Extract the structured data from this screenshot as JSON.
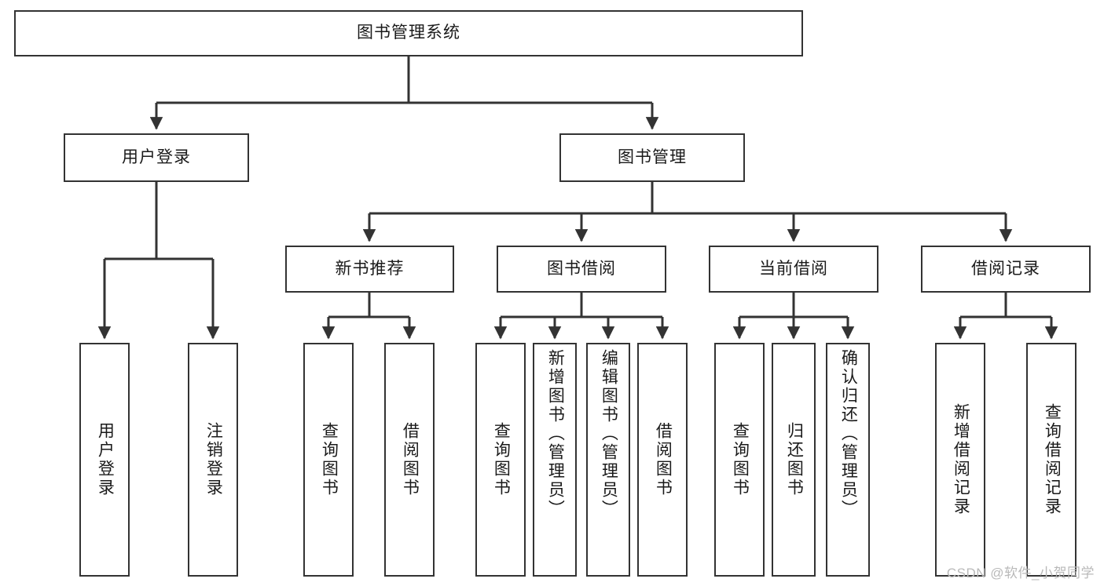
{
  "diagram": {
    "title": "图书管理系统",
    "type": "hierarchy-tree",
    "watermark": "CSDN @软件_小贺同学",
    "colors": {
      "background": "#ffffff",
      "box_border": "#333333",
      "box_fill": "#ffffff",
      "connector": "#333333",
      "text": "#1a1a1a",
      "watermark": "#b9b9b9"
    },
    "nodes": {
      "root": {
        "label": "图书管理系统",
        "level": 0,
        "orientation": "horizontal"
      },
      "user_login": {
        "label": "用户登录",
        "level": 1,
        "orientation": "horizontal"
      },
      "book_manage": {
        "label": "图书管理",
        "level": 1,
        "orientation": "horizontal"
      },
      "new_book_recommend": {
        "label": "新书推荐",
        "level": 2,
        "orientation": "horizontal"
      },
      "book_borrow": {
        "label": "图书借阅",
        "level": 2,
        "orientation": "horizontal"
      },
      "current_borrow": {
        "label": "当前借阅",
        "level": 2,
        "orientation": "horizontal"
      },
      "borrow_record": {
        "label": "借阅记录",
        "level": 2,
        "orientation": "horizontal"
      },
      "leaf_user_login": {
        "label": "用户登录",
        "level": 3,
        "orientation": "vertical"
      },
      "leaf_logout": {
        "label": "注销登录",
        "level": 3,
        "orientation": "vertical"
      },
      "leaf_query_book_a": {
        "label": "查询图书",
        "level": 3,
        "orientation": "vertical"
      },
      "leaf_borrow_book_a": {
        "label": "借阅图书",
        "level": 3,
        "orientation": "vertical"
      },
      "leaf_query_book_b": {
        "label": "查询图书",
        "level": 3,
        "orientation": "vertical"
      },
      "leaf_add_book": {
        "label": "新增图书（管理员）",
        "level": 3,
        "orientation": "vertical"
      },
      "leaf_edit_book": {
        "label": "编辑图书（管理员）",
        "level": 3,
        "orientation": "vertical"
      },
      "leaf_borrow_book_b": {
        "label": "借阅图书",
        "level": 3,
        "orientation": "vertical"
      },
      "leaf_query_book_c": {
        "label": "查询图书",
        "level": 3,
        "orientation": "vertical"
      },
      "leaf_return_book": {
        "label": "归还图书",
        "level": 3,
        "orientation": "vertical"
      },
      "leaf_confirm_return": {
        "label": "确认归还（管理员）",
        "level": 3,
        "orientation": "vertical"
      },
      "leaf_add_record": {
        "label": "新增借阅记录",
        "level": 3,
        "orientation": "vertical"
      },
      "leaf_query_record": {
        "label": "查询借阅记录",
        "level": 3,
        "orientation": "vertical"
      }
    },
    "edges": [
      {
        "from": "root",
        "to": "user_login"
      },
      {
        "from": "root",
        "to": "book_manage"
      },
      {
        "from": "user_login",
        "to": "leaf_user_login"
      },
      {
        "from": "user_login",
        "to": "leaf_logout"
      },
      {
        "from": "book_manage",
        "to": "new_book_recommend"
      },
      {
        "from": "book_manage",
        "to": "book_borrow"
      },
      {
        "from": "book_manage",
        "to": "current_borrow"
      },
      {
        "from": "book_manage",
        "to": "borrow_record"
      },
      {
        "from": "new_book_recommend",
        "to": "leaf_query_book_a"
      },
      {
        "from": "new_book_recommend",
        "to": "leaf_borrow_book_a"
      },
      {
        "from": "book_borrow",
        "to": "leaf_query_book_b"
      },
      {
        "from": "book_borrow",
        "to": "leaf_add_book"
      },
      {
        "from": "book_borrow",
        "to": "leaf_edit_book"
      },
      {
        "from": "book_borrow",
        "to": "leaf_borrow_book_b"
      },
      {
        "from": "current_borrow",
        "to": "leaf_query_book_c"
      },
      {
        "from": "current_borrow",
        "to": "leaf_return_book"
      },
      {
        "from": "current_borrow",
        "to": "leaf_confirm_return"
      },
      {
        "from": "borrow_record",
        "to": "leaf_add_record"
      },
      {
        "from": "borrow_record",
        "to": "leaf_query_record"
      }
    ]
  }
}
